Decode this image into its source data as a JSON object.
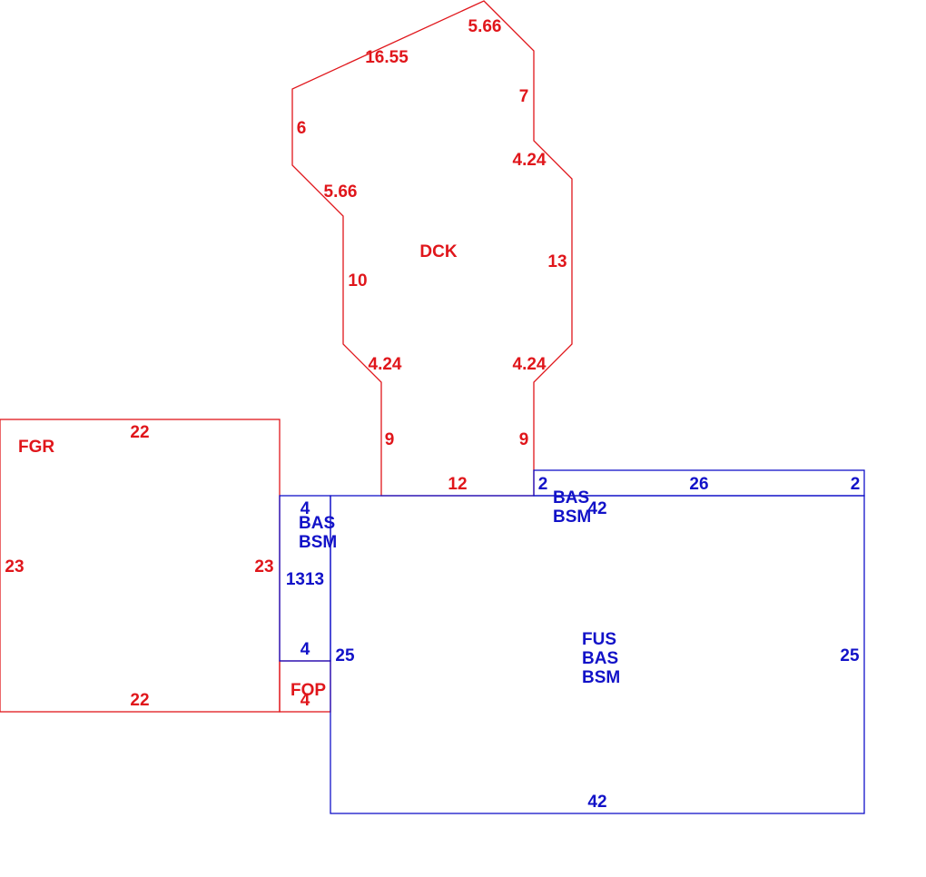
{
  "colors": {
    "red": "#e0161b",
    "blue": "#1212c8"
  },
  "areas": {
    "dck": {
      "code": "DCK",
      "dims": [
        "16.55",
        "5.66",
        "7",
        "4.24",
        "13",
        "4.24",
        "9",
        "12",
        "9",
        "4.24",
        "10",
        "5.66",
        "6"
      ]
    },
    "fgr": {
      "code": "FGR",
      "dims": [
        "22",
        "23",
        "23",
        "22"
      ]
    },
    "bas_strip": {
      "codes": [
        "BAS",
        "BSM"
      ],
      "dims": [
        "4",
        "1313",
        "4"
      ]
    },
    "fop": {
      "code": "FOP",
      "dims": [
        "4"
      ]
    },
    "bas_top": {
      "codes": [
        "BAS",
        "BSM"
      ],
      "dims": [
        "2",
        "26",
        "2",
        "42"
      ]
    },
    "fus": {
      "codes": [
        "FUS",
        "BAS",
        "BSM"
      ],
      "dims": [
        "25",
        "25",
        "42"
      ]
    }
  }
}
